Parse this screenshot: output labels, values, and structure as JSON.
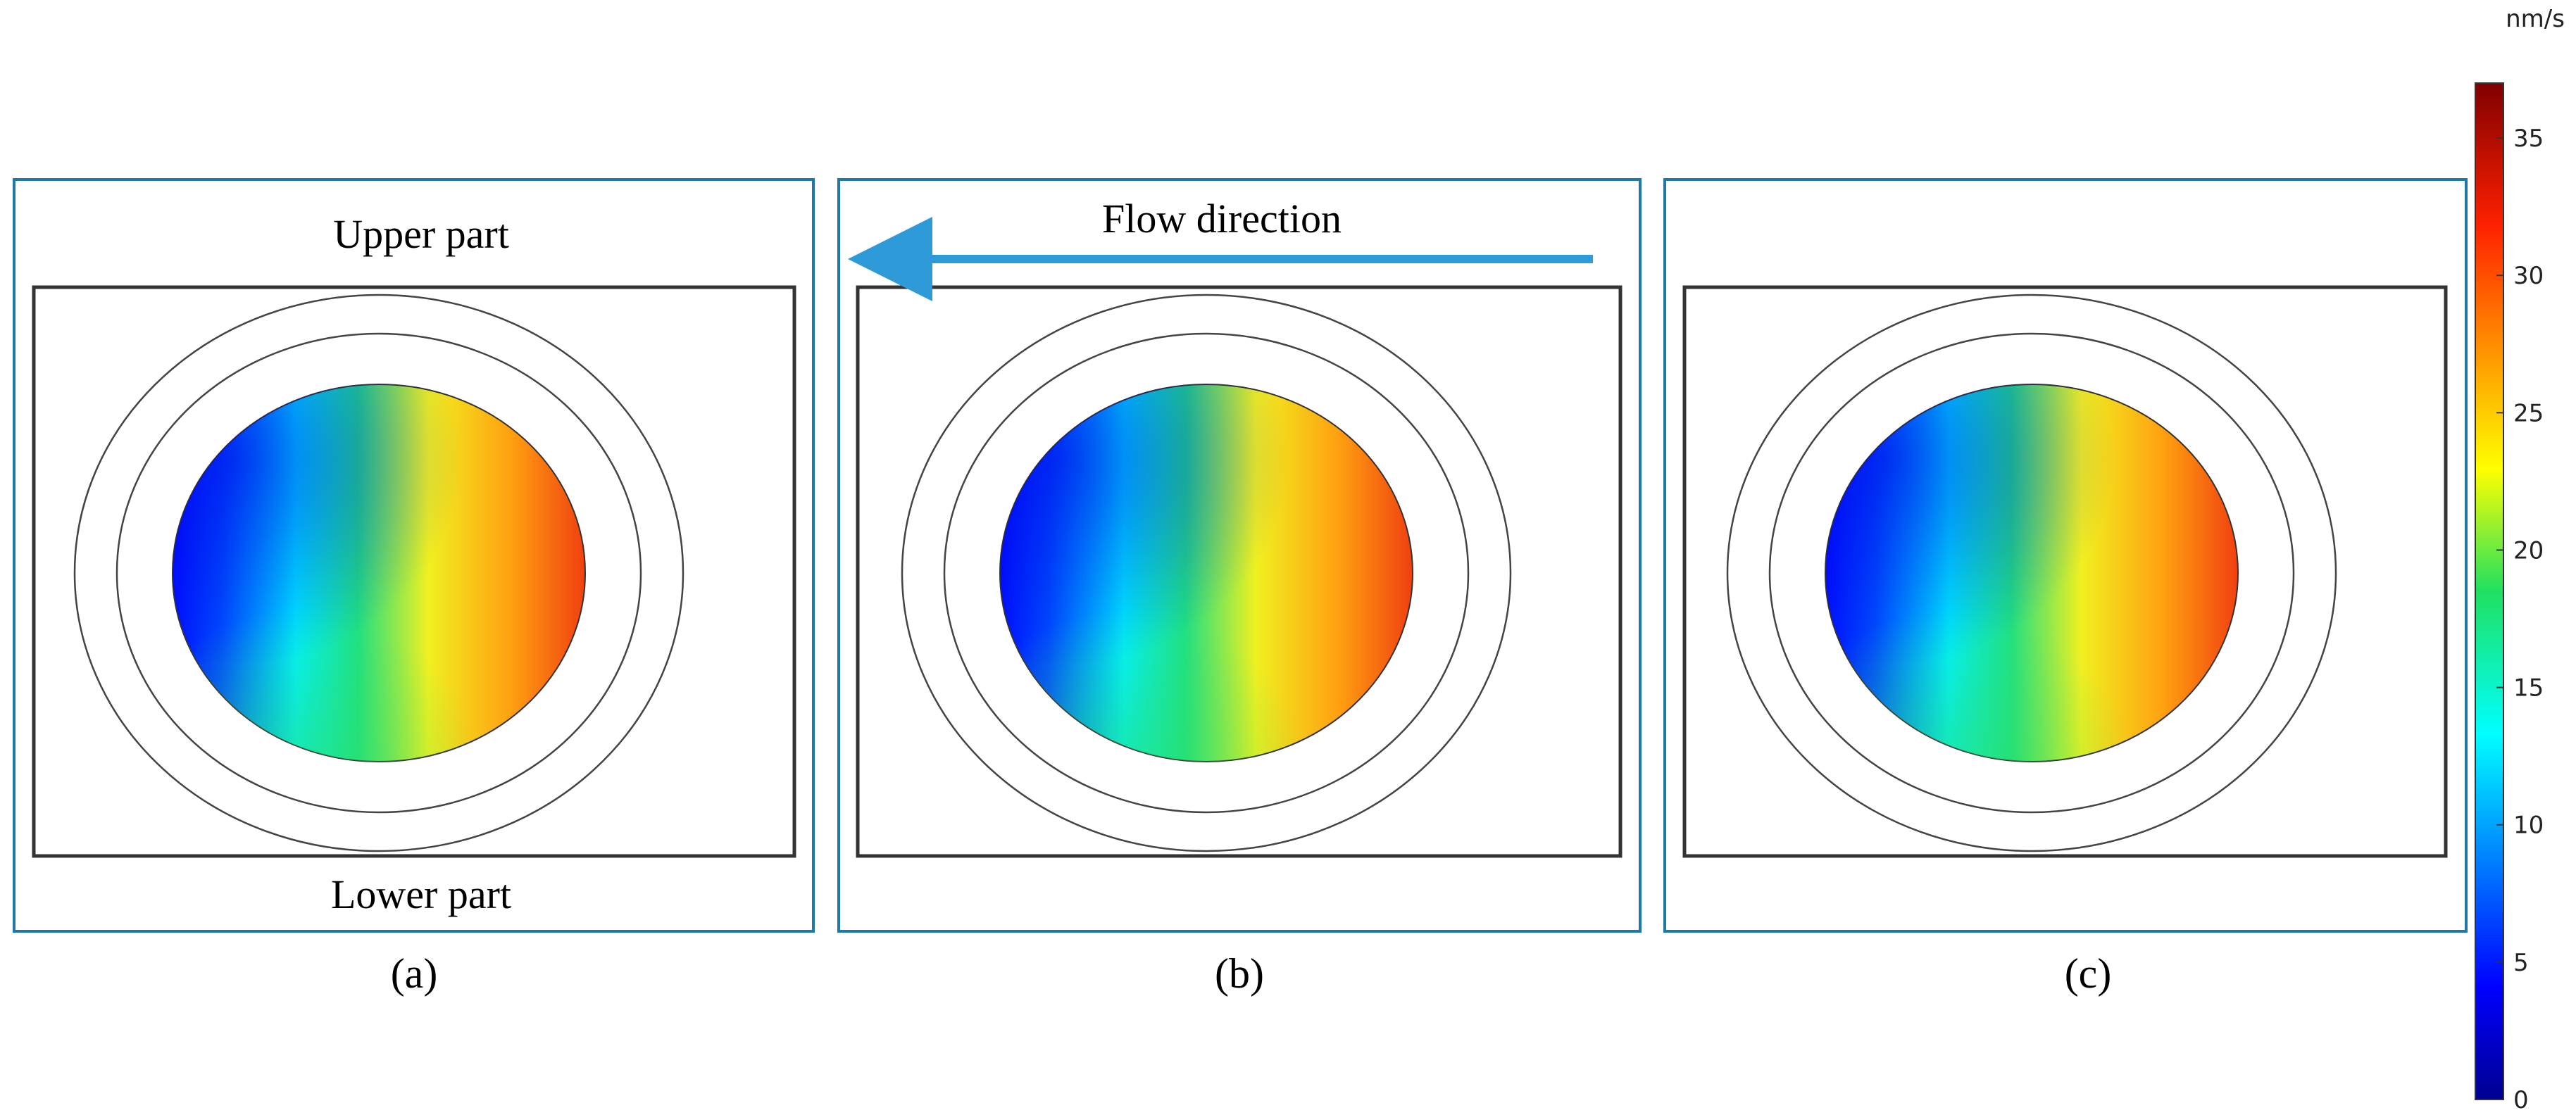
{
  "panels": [
    {
      "caption": "(a)",
      "top_label": "Upper part",
      "bottom_label": "Lower part"
    },
    {
      "caption": "(b)",
      "top_label": "Flow direction",
      "bottom_label": ""
    },
    {
      "caption": "(c)",
      "top_label": "",
      "bottom_label": ""
    }
  ],
  "flow_arrow": {
    "direction": "left",
    "color": "#2e9ad7"
  },
  "colorbar": {
    "unit": "nm/s",
    "min": 0,
    "max": 37,
    "ticks": [
      "0",
      "5",
      "10",
      "15",
      "20",
      "25",
      "30",
      "35"
    ],
    "colormap": "rainbow"
  },
  "colors": {
    "panel_border": "#1f78a8",
    "domain_border": "#333333"
  }
}
